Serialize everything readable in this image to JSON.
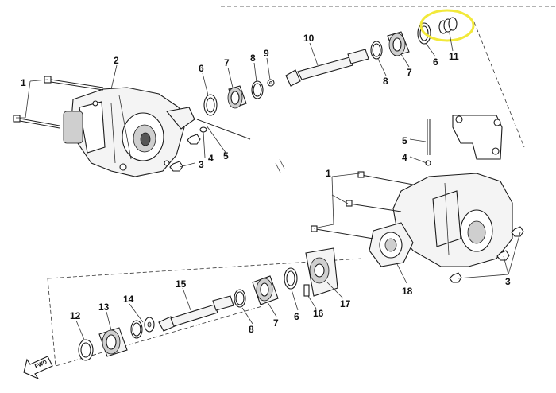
{
  "diagram": {
    "callouts": [
      {
        "id": "c1a",
        "text": "1"
      },
      {
        "id": "c2",
        "text": "2"
      },
      {
        "id": "c3a",
        "text": "3"
      },
      {
        "id": "c4a",
        "text": "4"
      },
      {
        "id": "c5a",
        "text": "5"
      },
      {
        "id": "c6a",
        "text": "6"
      },
      {
        "id": "c7a",
        "text": "7"
      },
      {
        "id": "c8a",
        "text": "8"
      },
      {
        "id": "c9",
        "text": "9"
      },
      {
        "id": "c10",
        "text": "10"
      },
      {
        "id": "c8b",
        "text": "8"
      },
      {
        "id": "c7b",
        "text": "7"
      },
      {
        "id": "c6b",
        "text": "6"
      },
      {
        "id": "c11",
        "text": "11"
      },
      {
        "id": "c5b",
        "text": "5"
      },
      {
        "id": "c4b",
        "text": "4"
      },
      {
        "id": "c1b",
        "text": "1"
      },
      {
        "id": "c3b",
        "text": "3"
      },
      {
        "id": "c18",
        "text": "18"
      },
      {
        "id": "c17",
        "text": "17"
      },
      {
        "id": "c16",
        "text": "16"
      },
      {
        "id": "c6c",
        "text": "6"
      },
      {
        "id": "c7c",
        "text": "7"
      },
      {
        "id": "c8c",
        "text": "8"
      },
      {
        "id": "c15",
        "text": "15"
      },
      {
        "id": "c14",
        "text": "14"
      },
      {
        "id": "c13",
        "text": "13"
      },
      {
        "id": "c12",
        "text": "12"
      }
    ],
    "direction_marker": "FWD",
    "highlight_color": "#f2e93a"
  }
}
